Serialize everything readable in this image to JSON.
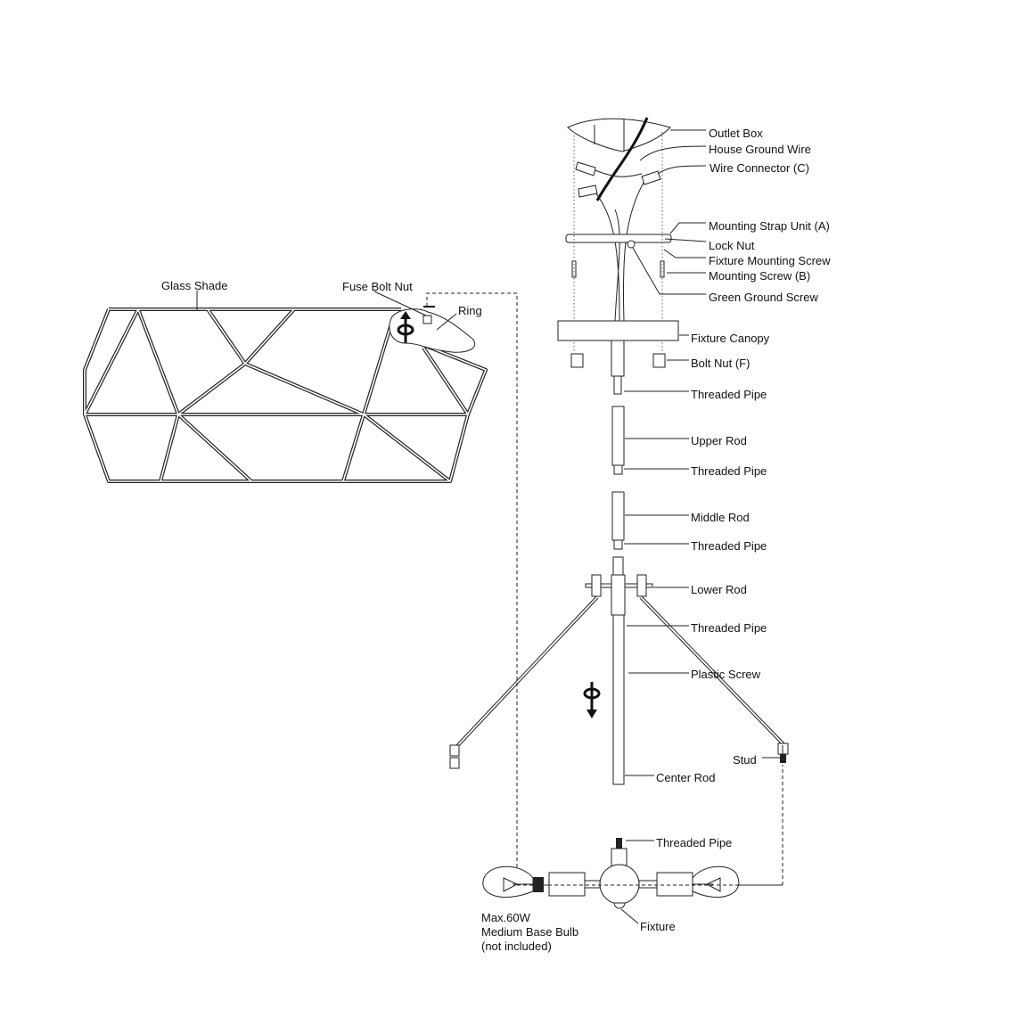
{
  "shade": {
    "glass_shade": "Glass Shade",
    "fuse_bolt_nut": "Fuse Bolt Nut",
    "ring": "Ring"
  },
  "canopy_parts": {
    "outlet_box": "Outlet  Box",
    "house_ground_wire": "House  Ground Wire",
    "wire_connector": "Wire Connector (C)",
    "mounting_strap": "Mounting Strap Unit (A)",
    "lock_nut": "Lock Nut",
    "fixture_mounting_screw": "Fixture Mounting Screw",
    "mounting_screw": "Mounting Screw (B)",
    "green_ground_screw": "Green Ground Screw",
    "fixture_canopy": "Fixture Canopy",
    "bolt_nut": "Bolt Nut (F)"
  },
  "rod_parts": {
    "threaded_pipe_1": "Threaded Pipe",
    "upper_rod": "Upper Rod",
    "threaded_pipe_2": "Threaded Pipe",
    "middle_rod": "Middle Rod",
    "threaded_pipe_3": "Threaded Pipe",
    "lower_rod": "Lower Rod",
    "threaded_pipe_4": "Threaded Pipe",
    "plastic_screw": "Plastic Screw",
    "stud": "Stud",
    "center_rod": "Center Rod",
    "threaded_pipe_5": "Threaded Pipe",
    "fixture": "Fixture"
  },
  "bulb_note": {
    "line1": "Max.60W",
    "line2": "Medium Base Bulb",
    "line3": "(not included)"
  }
}
